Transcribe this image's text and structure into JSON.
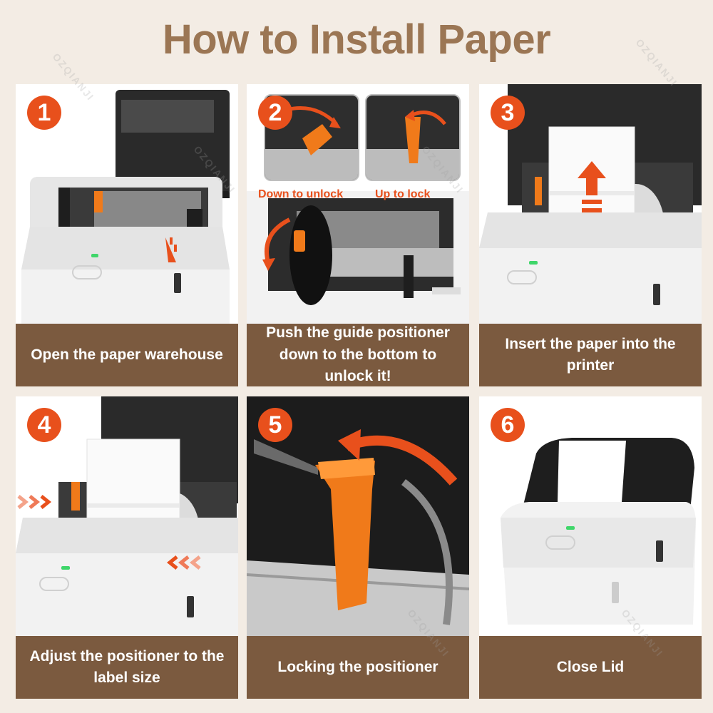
{
  "title": "How to Install Paper",
  "steps": [
    {
      "number": "1",
      "caption": "Open the paper warehouse"
    },
    {
      "number": "2",
      "caption": "Push the guide positioner down to the bottom to unlock it!",
      "notes": [
        "Down to unlock",
        "Up to lock"
      ]
    },
    {
      "number": "3",
      "caption": "Insert the paper into the printer"
    },
    {
      "number": "4",
      "caption": "Adjust the positioner to the label size"
    },
    {
      "number": "5",
      "caption": "Locking the positioner"
    },
    {
      "number": "6",
      "caption": "Close Lid"
    }
  ],
  "watermark": "OZQIANJI",
  "colors": {
    "accent": "#e8501c",
    "caption_bg": "#7b5a3f",
    "title": "#9b7654"
  }
}
